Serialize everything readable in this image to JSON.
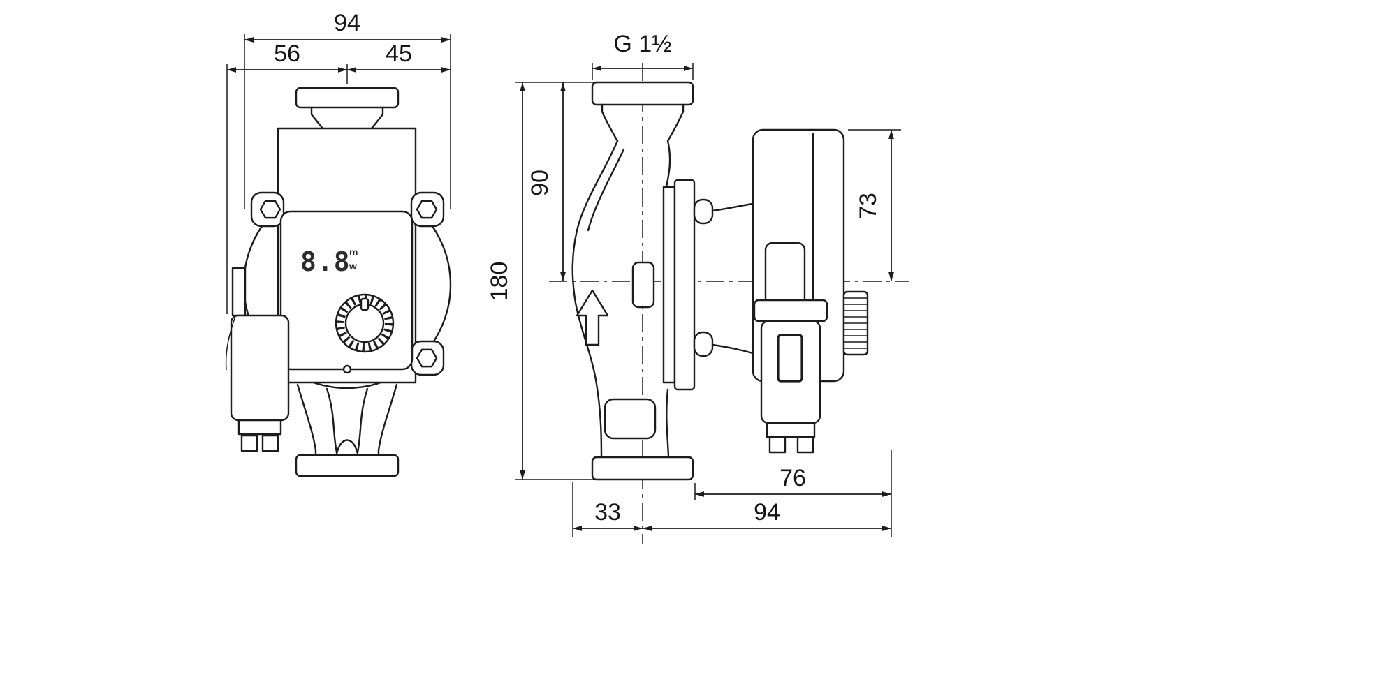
{
  "colors": {
    "line": "#1c1c1c",
    "background": "#ffffff"
  },
  "front_view": {
    "dims": {
      "overall_width": "94",
      "width_left_of_center": "56",
      "width_right_of_center": "45"
    },
    "display": {
      "value": "8.8",
      "unit_top": "m",
      "unit_bottom": "w"
    }
  },
  "side_view": {
    "dims": {
      "pipe_connection": "G 1½",
      "flange_to_center": "90",
      "overall_height": "180",
      "center_to_motor_top": "73",
      "module_depth": "76",
      "center_to_front": "33",
      "center_to_rear": "94"
    }
  }
}
